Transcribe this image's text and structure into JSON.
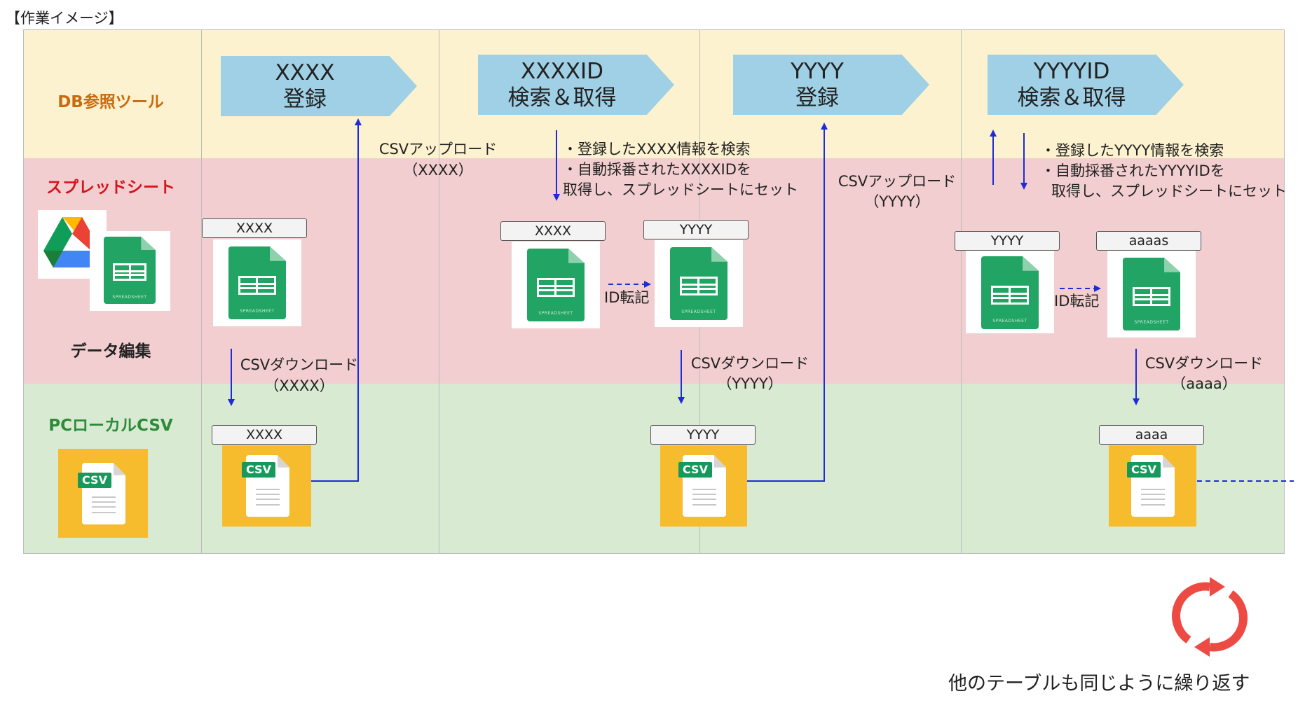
{
  "title": "【作業イメージ】",
  "lanes": {
    "db": "DB参照ツール",
    "spreadsheet": "スプレッドシート",
    "data_edit": "データ編集",
    "pc": "PCローカルCSV"
  },
  "steps": [
    {
      "line1": "XXXX",
      "line2": "登録"
    },
    {
      "line1": "XXXXID",
      "line2": "検索＆取得"
    },
    {
      "line1": "YYYY",
      "line2": "登録"
    },
    {
      "line1": "YYYYID",
      "line2": "検索＆取得"
    }
  ],
  "labels": {
    "upload_xxxx_1": "CSVアップロード",
    "upload_xxxx_2": "（XXXX）",
    "search_xxxx_1": "・登録したXXXX情報を検索",
    "search_xxxx_2": "・自動採番されたXXXXIDを",
    "search_xxxx_3": "取得し、スプレッドシートにセット",
    "upload_yyyy_1": "CSVアップロード",
    "upload_yyyy_2": "（YYYY）",
    "search_yyyy_1": "・登録したYYYY情報を検索",
    "search_yyyy_2": "・自動採番されたYYYYIDを",
    "search_yyyy_3": "取得し、スプレッドシートにセット",
    "download_xxxx_1": "CSVダウンロード",
    "download_xxxx_2": "（XXXX）",
    "download_yyyy_1": "CSVダウンロード",
    "download_yyyy_2": "（YYYY）",
    "download_aaaa_1": "CSVダウンロード",
    "download_aaaa_2": "（aaaa）",
    "id_transfer_1": "ID転記",
    "id_transfer_2": "ID転記",
    "repeat": "他のテーブルも同じように繰り返す"
  },
  "tags": {
    "ss1": "XXXX",
    "ss2": "XXXX",
    "ss3": "YYYY",
    "ss4": "YYYY",
    "ss5": "aaaas",
    "csv1": "XXXX",
    "csv2": "YYYY",
    "csv3": "aaaa"
  },
  "icon_text": {
    "csv": "CSV",
    "sheet_caption": "SPREADSHEET"
  },
  "colors": {
    "db_lane": "#fdf2cf",
    "spreadsheet_lane": "#f2ced0",
    "pc_lane": "#d8ead2",
    "db_label": "#c96a0e",
    "spreadsheet_label": "#d4161c",
    "pc_label": "#2e8b3a",
    "step_banner": "#9fd0e6",
    "arrow": "#1f2bd6",
    "repeat_icon": "#ee4a44"
  }
}
